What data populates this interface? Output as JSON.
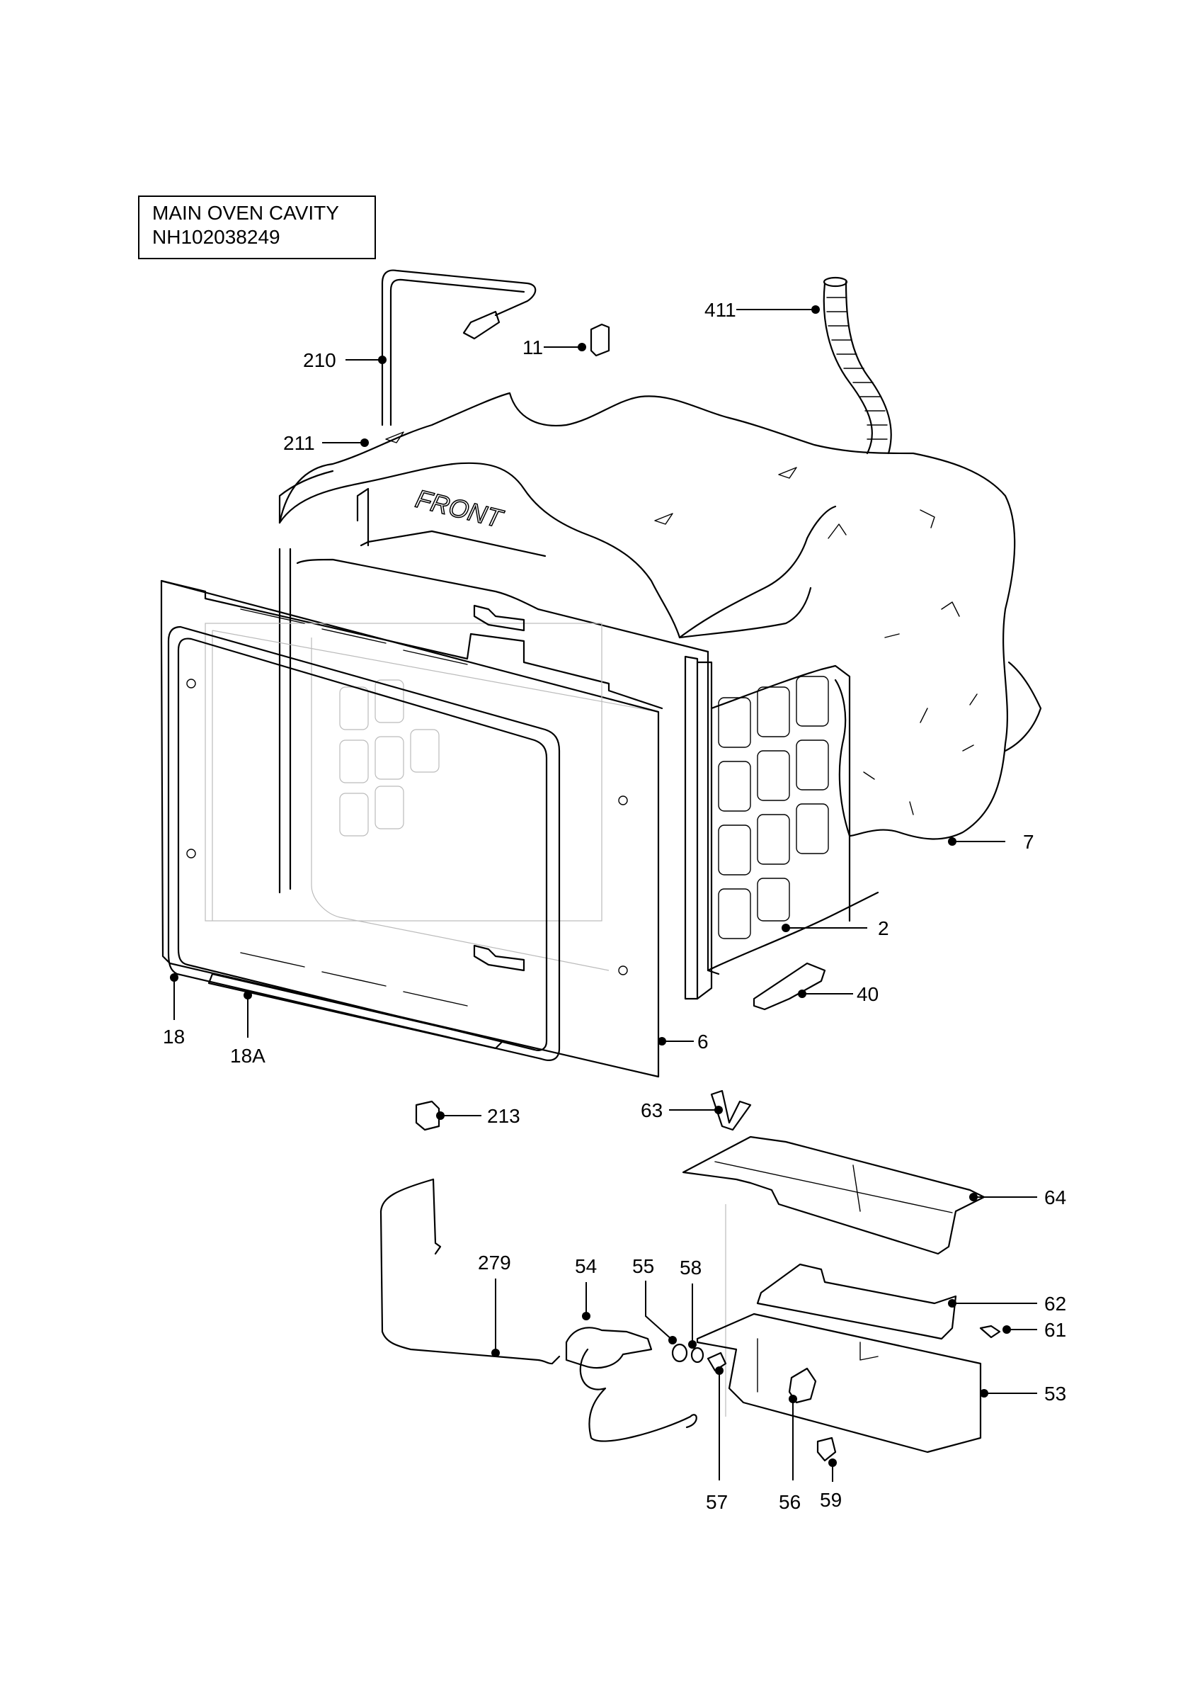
{
  "title": {
    "line1": "MAIN OVEN CAVITY",
    "line2": "NH102038249"
  },
  "parts": [
    {
      "ref": "411"
    },
    {
      "ref": "11"
    },
    {
      "ref": "210"
    },
    {
      "ref": "211"
    },
    {
      "ref": "7"
    },
    {
      "ref": "2"
    },
    {
      "ref": "40"
    },
    {
      "ref": "18"
    },
    {
      "ref": "18A"
    },
    {
      "ref": "6"
    },
    {
      "ref": "213"
    },
    {
      "ref": "63"
    },
    {
      "ref": "64"
    },
    {
      "ref": "279"
    },
    {
      "ref": "54"
    },
    {
      "ref": "55"
    },
    {
      "ref": "58"
    },
    {
      "ref": "62"
    },
    {
      "ref": "61"
    },
    {
      "ref": "53"
    },
    {
      "ref": "57"
    },
    {
      "ref": "56"
    },
    {
      "ref": "59"
    }
  ],
  "embossed_text": "FRONT"
}
